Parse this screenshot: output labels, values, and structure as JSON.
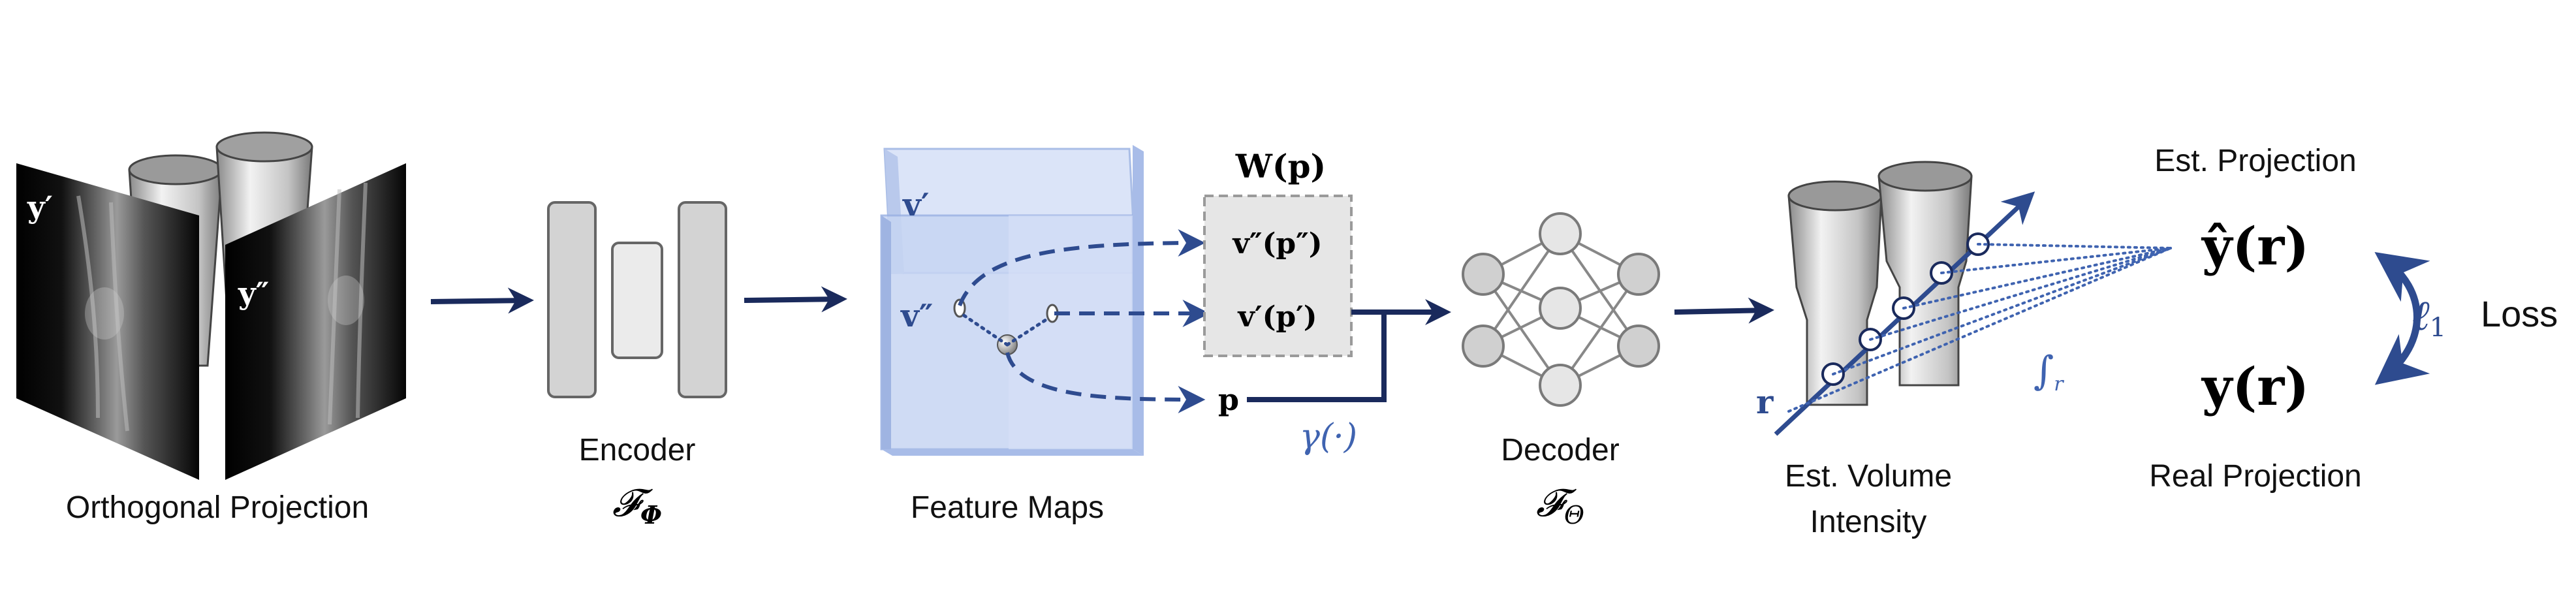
{
  "colors": {
    "navy": "#1a2a5c",
    "blue": "#2e4b8f",
    "math_blue": "#3f63b0",
    "plane_blue": "#c7d5f3",
    "grey_block": "#d3d3d3",
    "node_grey": "#d0d0d0"
  },
  "projection": {
    "label": "Orthogonal Projection",
    "left_symbol": "y′",
    "right_symbol": "y″"
  },
  "encoder": {
    "label": "Encoder",
    "symbol": "𝓕",
    "subscript": "Φ"
  },
  "feature_maps": {
    "label": "Feature Maps",
    "plane_back_label": "v′",
    "plane_front_label": "v″",
    "weights_title": "W(p)",
    "item_v2": "v″(p″)",
    "item_v1": "v′(p′)",
    "item_p": "p",
    "encoding": "γ(·)"
  },
  "decoder": {
    "label": "Decoder",
    "symbol": "𝓕",
    "subscript": "Θ"
  },
  "volume": {
    "label_line1": "Est. Volume",
    "label_line2": "Intensity",
    "ray_symbol": "r",
    "integral_symbol": "∫",
    "integral_sub": "r"
  },
  "loss": {
    "est_title": "Est. Projection",
    "est_symbol": "ŷ(r)",
    "real_symbol": "y(r)",
    "real_title": "Real Projection",
    "loss_symbol": "ℓ",
    "loss_subscript": "1",
    "loss_word": "Loss"
  },
  "icons": [
    "arrow-icon",
    "cylinder-icon",
    "neural-network-icon",
    "curved-arrow-icon"
  ]
}
